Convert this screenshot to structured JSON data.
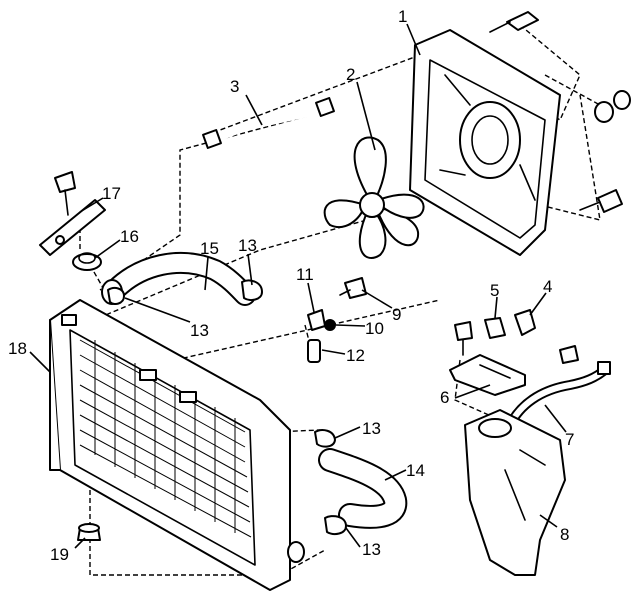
{
  "diagram": {
    "callouts": [
      {
        "id": "c1",
        "text": "1"
      },
      {
        "id": "c2",
        "text": "2"
      },
      {
        "id": "c3",
        "text": "3"
      },
      {
        "id": "c4",
        "text": "4"
      },
      {
        "id": "c5",
        "text": "5"
      },
      {
        "id": "c6",
        "text": "6"
      },
      {
        "id": "c7",
        "text": "7"
      },
      {
        "id": "c8",
        "text": "8"
      },
      {
        "id": "c9",
        "text": "9"
      },
      {
        "id": "c10",
        "text": "10"
      },
      {
        "id": "c11",
        "text": "11"
      },
      {
        "id": "c12",
        "text": "12"
      },
      {
        "id": "c13a",
        "text": "13"
      },
      {
        "id": "c13b",
        "text": "13"
      },
      {
        "id": "c13c",
        "text": "13"
      },
      {
        "id": "c13d",
        "text": "13"
      },
      {
        "id": "c14",
        "text": "14"
      },
      {
        "id": "c15",
        "text": "15"
      },
      {
        "id": "c16",
        "text": "16"
      },
      {
        "id": "c17",
        "text": "17"
      },
      {
        "id": "c18",
        "text": "18"
      },
      {
        "id": "c19",
        "text": "19"
      }
    ]
  }
}
